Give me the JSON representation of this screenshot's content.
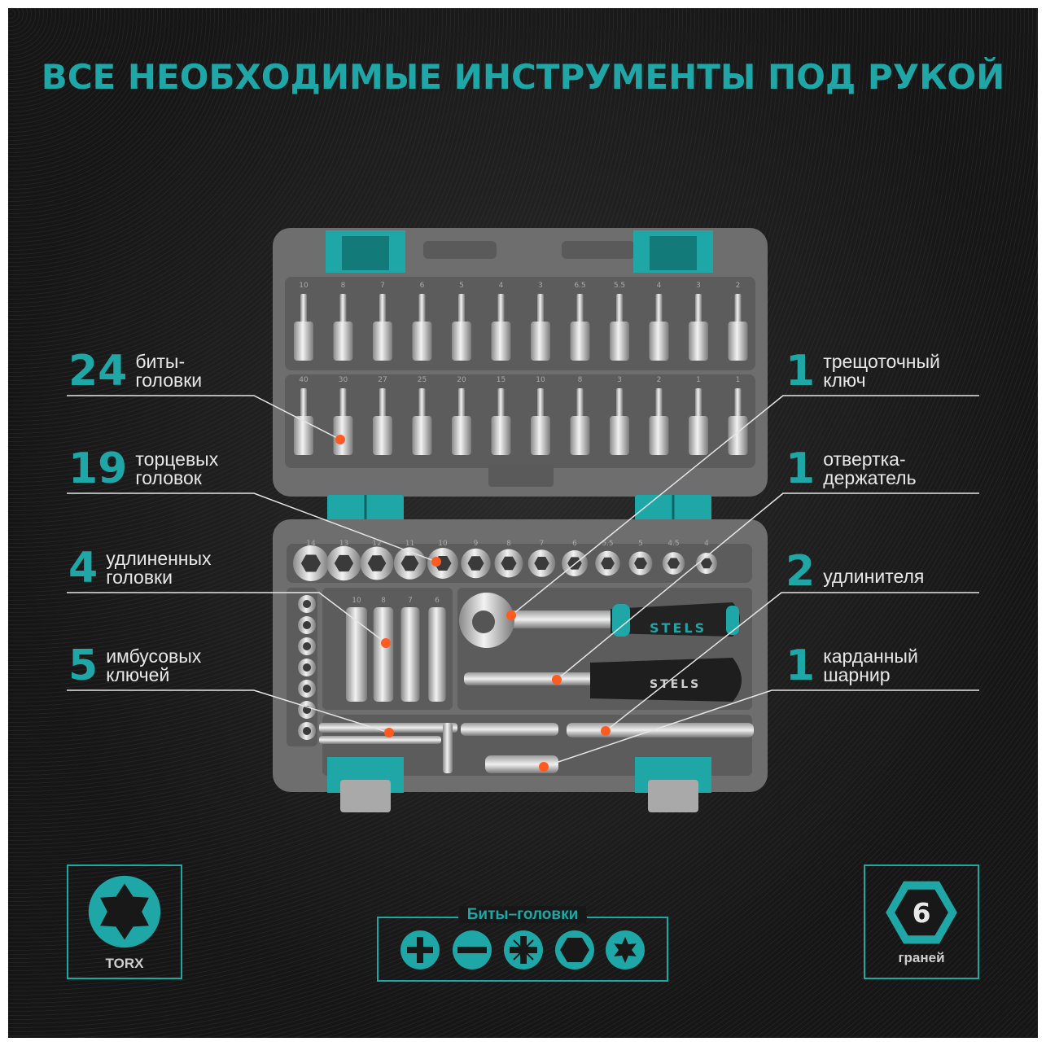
{
  "headline": "ВСЕ НЕОБХОДИМЫЕ ИНСТРУМЕНТЫ ПОД РУКОЙ",
  "brand": "STELS",
  "accent_color": "#1fa6a6",
  "marker_color": "#ff5a1f",
  "left_labels": [
    {
      "count": "24",
      "line1": "биты-",
      "line2": "головки"
    },
    {
      "count": "19",
      "line1": "торцевых",
      "line2": "головок"
    },
    {
      "count": "4",
      "line1": "удлиненных",
      "line2": "головки"
    },
    {
      "count": "5",
      "line1": "имбусовых",
      "line2": "ключей"
    }
  ],
  "right_labels": [
    {
      "count": "1",
      "line1": "трещоточный",
      "line2": "ключ"
    },
    {
      "count": "1",
      "line1": "отвертка-",
      "line2": "держатель"
    },
    {
      "count": "2",
      "line1": "удлинителя",
      "line2": ""
    },
    {
      "count": "1",
      "line1": "карданный",
      "line2": "шарнир"
    }
  ],
  "torx_badge": {
    "caption": "TORX",
    "icon": "torx-icon"
  },
  "hex_badge": {
    "value": "6",
    "caption": "граней",
    "icon": "hexagon-icon"
  },
  "bits_panel": {
    "title": "Биты–головки",
    "icons": [
      "phillips-icon",
      "slotted-icon",
      "pozidriv-icon",
      "hex-bit-icon",
      "torx-bit-icon"
    ]
  },
  "tray": {
    "top_row_sizes": [
      "10",
      "8",
      "7",
      "6",
      "5",
      "4",
      "3",
      "6.5",
      "5.5",
      "4",
      "3",
      "2"
    ],
    "middle_row_sizes": [
      "40",
      "30",
      "27",
      "25",
      "20",
      "15",
      "10",
      "8",
      "3",
      "2",
      "1",
      "1"
    ],
    "socket_row_sizes": [
      "14",
      "13",
      "12",
      "11",
      "10",
      "9",
      "8",
      "7",
      "6",
      "5.5",
      "5",
      "4.5",
      "4"
    ],
    "deep_socket_sizes": [
      "10",
      "8",
      "7",
      "6"
    ]
  }
}
